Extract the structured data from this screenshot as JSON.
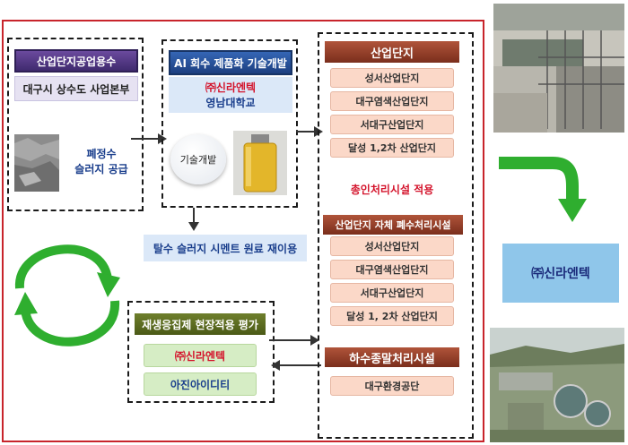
{
  "box1": {
    "title": "산업단지공업용수",
    "subtitle": "대구시 상수도 사업본부",
    "label_line1": "폐정수",
    "label_line2": "슬러지 공급"
  },
  "box2": {
    "title": "AI 회수 제품화 기술개발",
    "company": "㈜신라엔텍",
    "university": "영남대학교",
    "tech_label": "기술개발"
  },
  "reuse_label": "탈수 슬러지 시멘트 원료 재이용",
  "box3": {
    "title": "재생응집제 현장적용 평가",
    "company": "㈜신라엔텍",
    "partner": "아진아이디티"
  },
  "industrial": {
    "title": "산업단지",
    "items": [
      "성서산업단지",
      "대구염색산업단지",
      "서대구산업단지",
      "달성 1,2차 산업단지"
    ],
    "approval": "총인처리시설 적용"
  },
  "wastewater": {
    "title": "산업단지 자체 폐수처리시설",
    "items": [
      "성서산업단지",
      "대구염색산업단지",
      "서대구산업단지",
      "달성 1, 2차 산업단지"
    ]
  },
  "sewage": {
    "title": "하수종말처리시설",
    "item": "대구환경공단"
  },
  "right_company": "㈜신라엔텍",
  "colors": {
    "frame": "#c8242b",
    "arrow_green": "#2fae2f",
    "accent_red": "#d4142c"
  },
  "icons": [
    "arrow-right-icon",
    "arrow-down-icon",
    "cycle-arrow-icon",
    "curved-arrow-icon",
    "double-arrow-icon"
  ]
}
